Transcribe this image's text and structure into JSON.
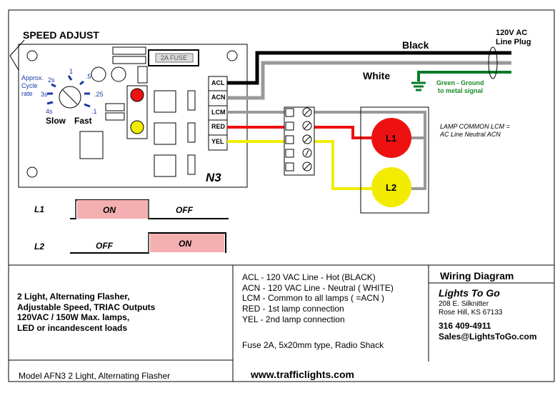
{
  "board": {
    "speed_adjust": "SPEED ADJUST",
    "approx_line1": "Approx.",
    "approx_line2": "Cycle",
    "approx_line3": "rate",
    "dial_ticks": [
      "2s",
      "1",
      ".5",
      "3s",
      ".25",
      "4s",
      ".1"
    ],
    "slow": "Slow",
    "fast": "Fast",
    "fuse": "2A FUSE",
    "model_tag": "N3",
    "terminals": [
      "ACL",
      "ACN",
      "LCM",
      "RED",
      "YEL"
    ]
  },
  "wiring": {
    "black": "Black",
    "white": "White",
    "plug_line1": "120V AC",
    "plug_line2": "Line Plug",
    "ground_line1": "Green - Ground",
    "ground_line2": "to metal signal",
    "lamp1": "L1",
    "lamp2": "L2",
    "lamp_common_line1": "LAMP COMMON LCM =",
    "lamp_common_line2": "AC Line Neutral  ACN"
  },
  "timing": {
    "l1_label": "L1",
    "l2_label": "L2",
    "l1_states": [
      "ON",
      "OFF"
    ],
    "l2_states": [
      "OFF",
      "ON"
    ],
    "on_color": "#f4b0b0"
  },
  "info": {
    "description": [
      "2 Light, Alternating Flasher,",
      "Adjustable Speed, TRIAC Outputs",
      "120VAC / 150W Max. lamps,",
      "LED or incandescent loads"
    ],
    "model": "Model  AFN3  2 Light, Alternating Flasher",
    "legend": [
      "ACL - 120 VAC Line - Hot  (BLACK)",
      "ACN - 120 VAC Line - Neutral ( WHITE)",
      "LCM - Common to all lamps ( =ACN )",
      "RED - 1st lamp connection",
      "YEL - 2nd lamp connection"
    ],
    "fuse_note": "Fuse 2A, 5x20mm type, Radio Shack",
    "website": "www.trafficlights.com",
    "title": "Wiring Diagram",
    "company": "Lights To Go",
    "address": [
      "208 E. Silknitter",
      "Rose Hill, KS 67133"
    ],
    "phone": "316 409-4911",
    "email": "Sales@LightsToGo.com"
  },
  "colors": {
    "red_lamp": "#ee1111",
    "yellow_lamp": "#f2ec00",
    "ground_wire": "#0a7a2a",
    "white_wire": "#999999",
    "ground_text": "#1a8a2a"
  }
}
